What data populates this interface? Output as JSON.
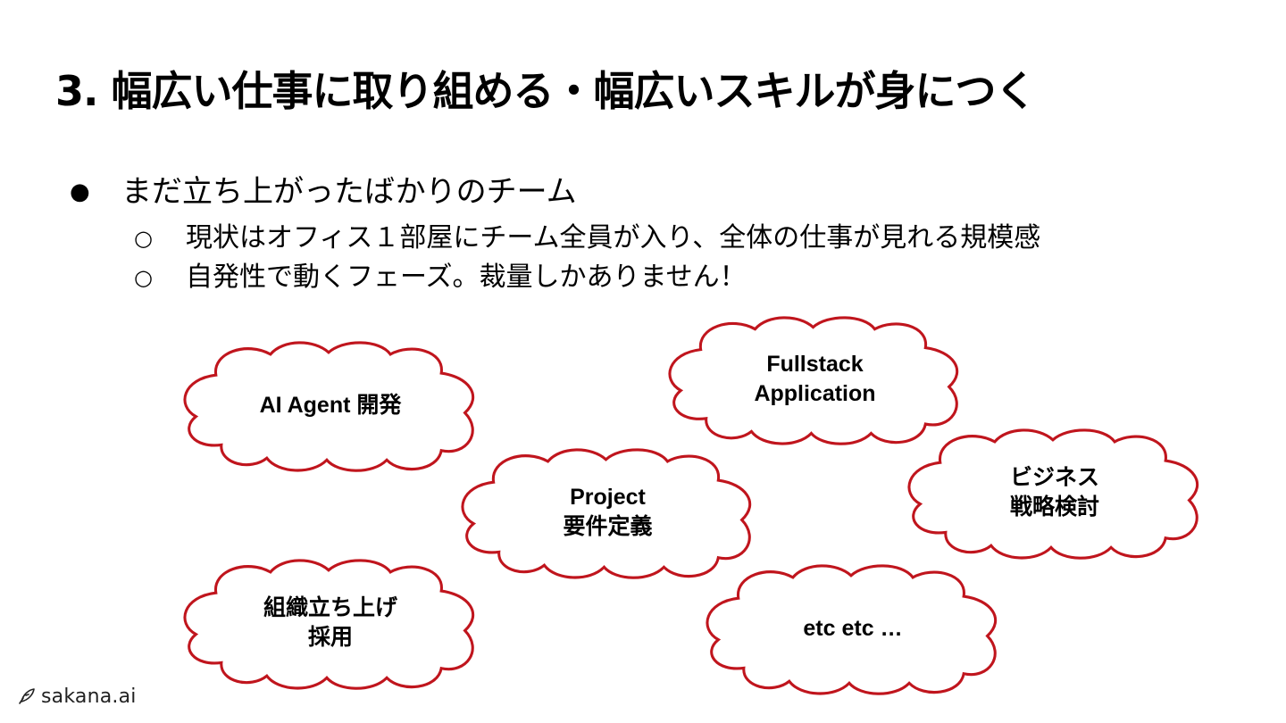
{
  "slide": {
    "title": "3. 幅広い仕事に取り組める・幅広いスキルが身につく",
    "bullets": [
      {
        "marker": "●",
        "text": "まだ立ち上がったばかりのチーム",
        "children": [
          {
            "marker": "○",
            "text": "現状はオフィス１部屋にチーム全員が入り、全体の仕事が見れる規模感"
          },
          {
            "marker": "○",
            "text": "自発性で動くフェーズ。裁量しかありません！"
          }
        ]
      }
    ],
    "clouds": [
      {
        "lines": [
          "AI Agent 開発"
        ]
      },
      {
        "lines": [
          "Fullstack",
          "Application"
        ]
      },
      {
        "lines": [
          "Project",
          "要件定義"
        ]
      },
      {
        "lines": [
          "ビジネス",
          "戦略検討"
        ]
      },
      {
        "lines": [
          "組織立ち上げ",
          "採用"
        ]
      },
      {
        "lines": [
          "etc etc …"
        ]
      }
    ],
    "colors": {
      "cloud_outline": "#c0151d",
      "text": "#000000",
      "background": "#ffffff"
    }
  },
  "footer": {
    "logo_text": "sakana.ai",
    "logo_icon": "fish-icon"
  }
}
